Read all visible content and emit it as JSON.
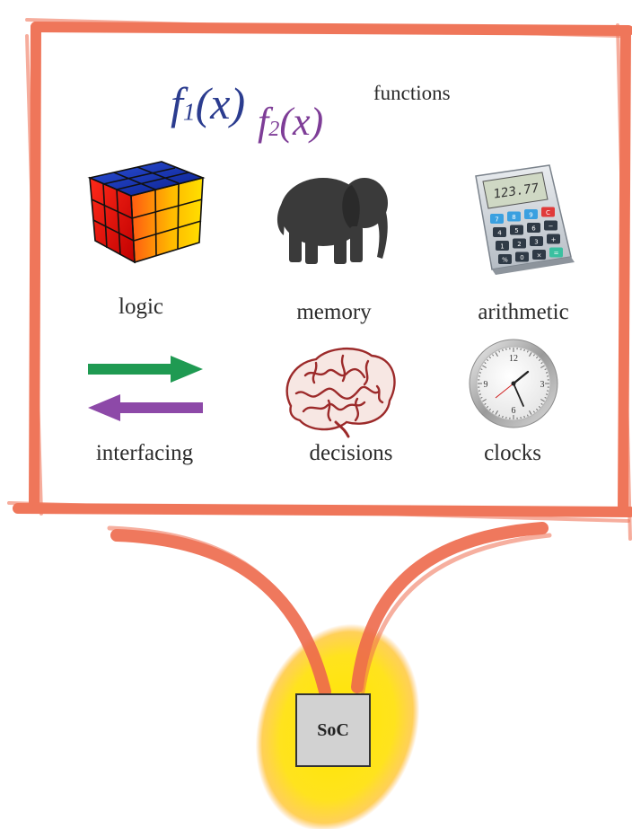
{
  "functions_label": "functions",
  "formulas": {
    "f1": {
      "name": "f",
      "sub": "1",
      "arg": "(x)"
    },
    "f2": {
      "name": "f",
      "sub": "2",
      "arg": "(x)"
    }
  },
  "items": [
    {
      "label": "logic",
      "icon": "rubiks-cube-icon"
    },
    {
      "label": "memory",
      "icon": "elephant-icon"
    },
    {
      "label": "arithmetic",
      "icon": "calculator-icon"
    },
    {
      "label": "interfacing",
      "icon": "bidirectional-arrows-icon"
    },
    {
      "label": "decisions",
      "icon": "brain-icon"
    },
    {
      "label": "clocks",
      "icon": "clock-icon"
    }
  ],
  "calculator": {
    "display": "123.77",
    "keys": [
      "7",
      "8",
      "9",
      "C",
      "4",
      "5",
      "6",
      "−",
      "1",
      "2",
      "3",
      "+",
      "%",
      "0",
      "×",
      "="
    ]
  },
  "clock": {
    "numbers": [
      "12",
      "3",
      "6",
      "9"
    ]
  },
  "soc_label": "SoC",
  "colors": {
    "frame": "#ee6a4c",
    "f1": "#2b3c8f",
    "f2": "#7e3d97",
    "arrow_right": "#1f9a52",
    "arrow_left": "#8d49a8",
    "glow": "#ffe41a",
    "brain": "#9c2a2a"
  }
}
